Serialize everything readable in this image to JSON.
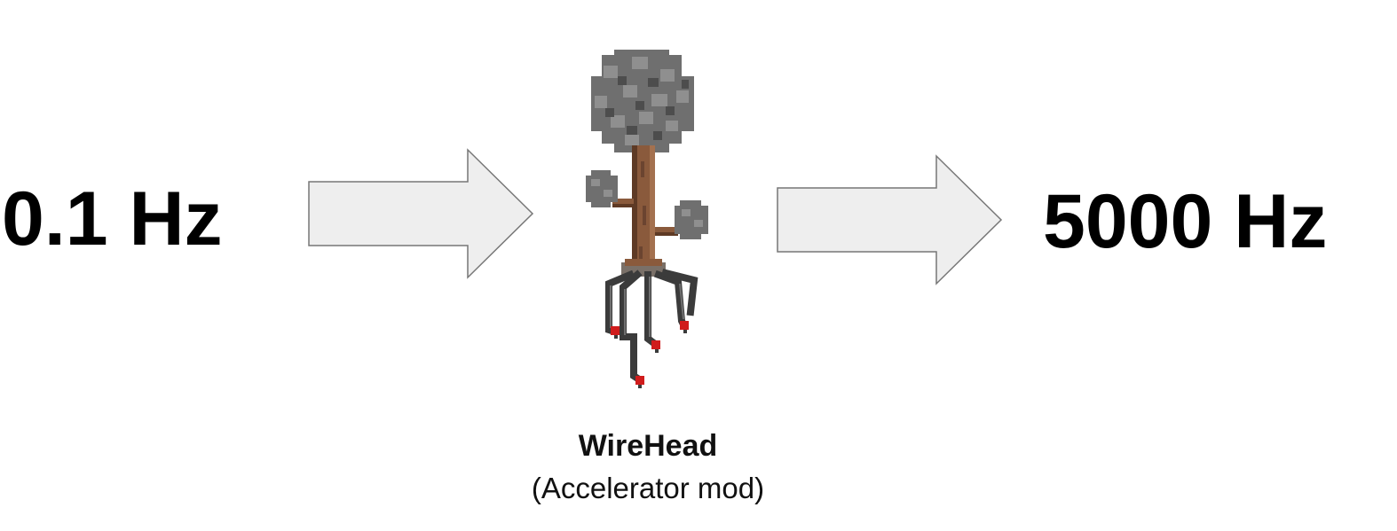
{
  "diagram": {
    "input_frequency": "0.1 Hz",
    "output_frequency": "5000 Hz",
    "device": {
      "name": "WireHead",
      "description": "(Accelerator mod)",
      "icon": "wirehead-tree-icon"
    },
    "arrows": [
      {
        "icon": "right-arrow-icon"
      },
      {
        "icon": "right-arrow-icon"
      }
    ],
    "colors": {
      "text": "#000000",
      "arrow_fill": "#eeeeee",
      "arrow_stroke": "#777777",
      "foliage": "#6f6f6f",
      "trunk": "#8a5a3c",
      "wire": "#3b3b3b",
      "wire_tip": "#d01c1c"
    }
  }
}
